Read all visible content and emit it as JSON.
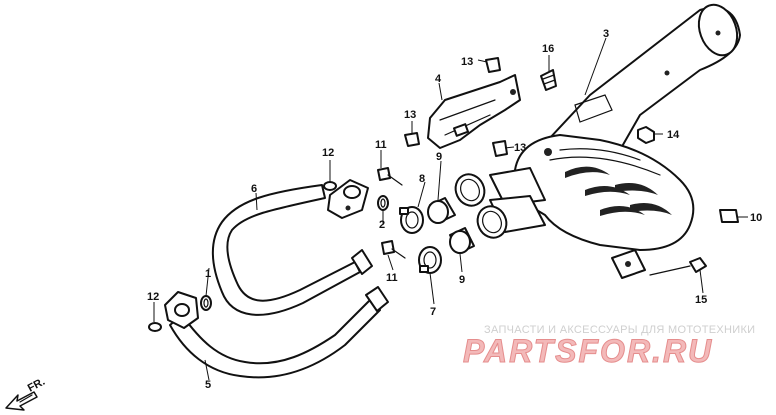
{
  "callouts": {
    "c1": "1",
    "c2": "2",
    "c3": "3",
    "c4": "4",
    "c5": "5",
    "c6": "6",
    "c7": "7",
    "c8": "8",
    "c9a": "9",
    "c9b": "9",
    "c10": "10",
    "c11a": "11",
    "c11b": "11",
    "c12a": "12",
    "c12b": "12",
    "c13a": "13",
    "c13b": "13",
    "c13c": "13",
    "c14": "14",
    "c15": "15",
    "c16": "16"
  },
  "direction_marker": "FR.",
  "watermark": {
    "subtitle": "ЗАПЧАСТИ И АКСЕССУАРЫ ДЛЯ МОТОТЕХНИКИ",
    "brand": "PARTSFOR.RU"
  }
}
